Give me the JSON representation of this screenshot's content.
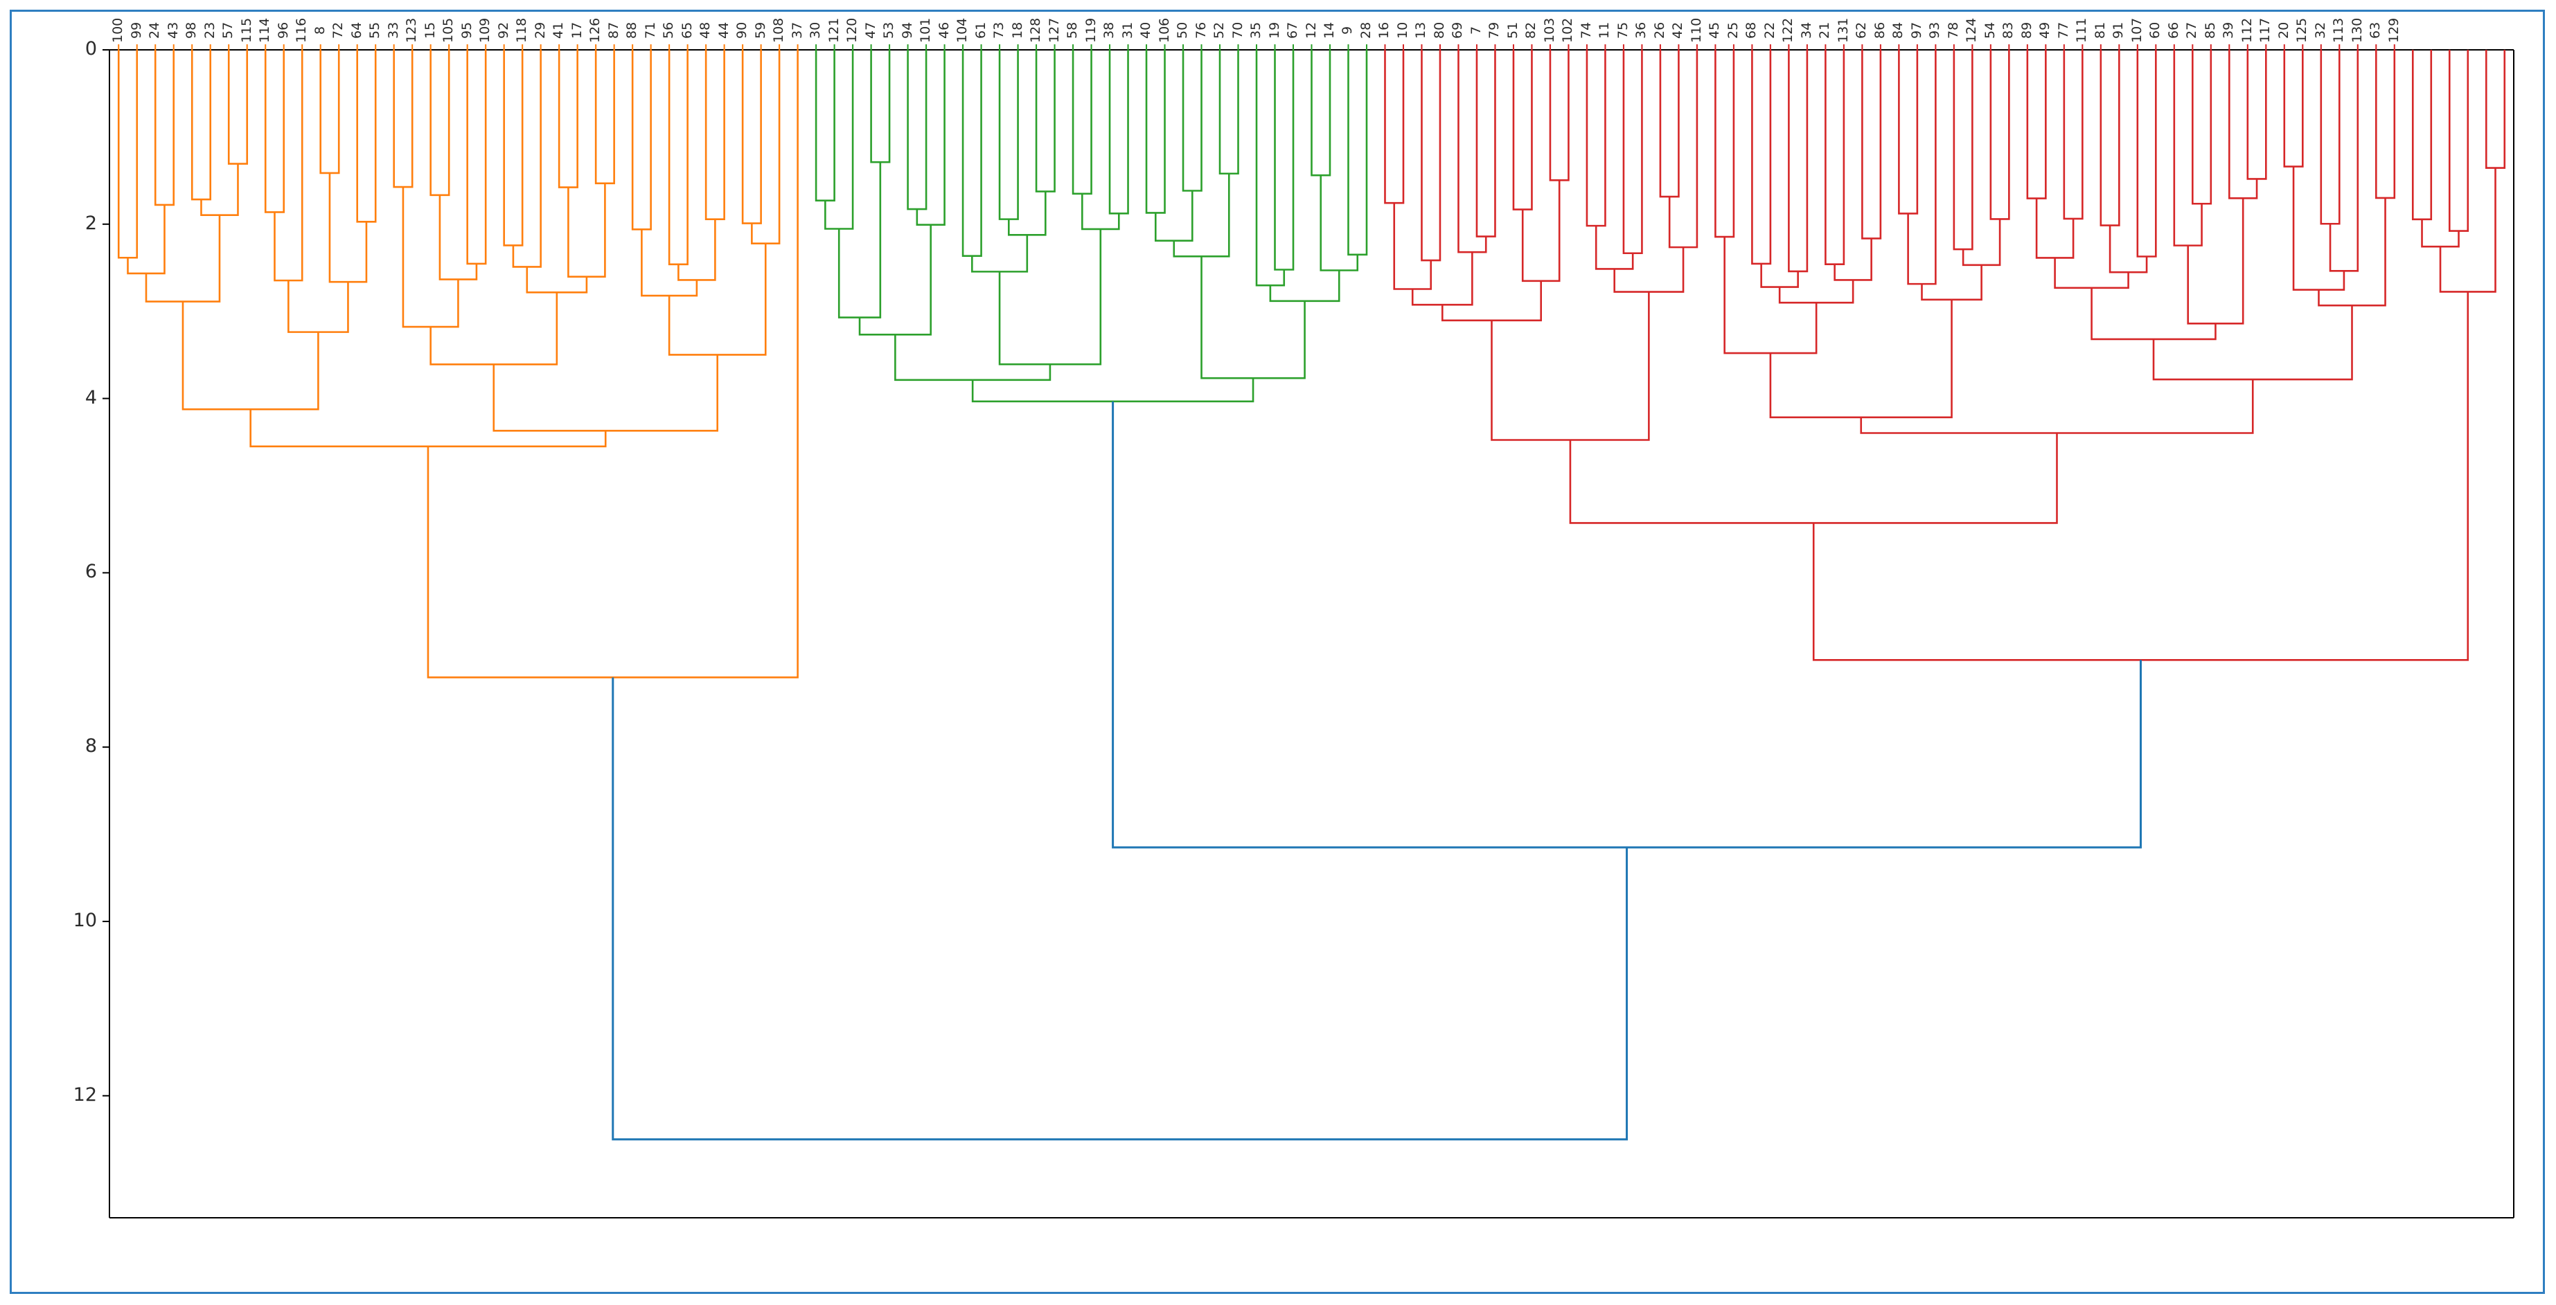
{
  "window": {
    "border_color": "#2f7fc1",
    "background": "#ffffff"
  },
  "chart_data": {
    "type": "dendrogram",
    "title": "",
    "xlabel": "",
    "ylabel": "",
    "ylim": [
      0,
      13.4
    ],
    "yticks": [
      0,
      2,
      4,
      6,
      8,
      10,
      12
    ],
    "ytick_labels": [
      "0",
      "2",
      "4",
      "6",
      "8",
      "10",
      "12"
    ],
    "grid": false,
    "legend": "none",
    "n_leaves": 131,
    "orientation": "top",
    "link_colors": {
      "above_threshold": "#1f77b4",
      "cluster_1": "#ff7f0e",
      "cluster_2": "#2ca02c",
      "cluster_3": "#d62728"
    },
    "color_threshold": 8.2,
    "leaf_labels": [
      "100",
      "99",
      "24",
      "43",
      "98",
      "23",
      "57",
      "115",
      "114",
      "96",
      "116",
      "8",
      "72",
      "64",
      "55",
      "33",
      "123",
      "15",
      "105",
      "95",
      "109",
      "92",
      "118",
      "29",
      "41",
      "17",
      "126",
      "87",
      "88",
      "71",
      "56",
      "65",
      "48",
      "44",
      "90",
      "59",
      "108",
      "37",
      "30",
      "121",
      "120",
      "47",
      "53",
      "94",
      "101",
      "46",
      "104",
      "61",
      "73",
      "18",
      "128",
      "127",
      "58",
      "119",
      "38",
      "31",
      "40",
      "106",
      "50",
      "76",
      "52",
      "70",
      "35",
      "19",
      "67",
      "12",
      "14",
      "9",
      "28",
      "16",
      "10",
      "13",
      "80",
      "69",
      "7",
      "79",
      "51",
      "82",
      "103",
      "102",
      "74",
      "11",
      "75",
      "36",
      "26",
      "42",
      "110",
      "45",
      "25",
      "68",
      "22",
      "122",
      "34",
      "21",
      "131",
      "62",
      "86",
      "84",
      "97",
      "93",
      "78",
      "124",
      "54",
      "83",
      "89",
      "49",
      "77",
      "111",
      "81",
      "91",
      "107",
      "60",
      "66",
      "27",
      "85",
      "39",
      "112",
      "117",
      "20",
      "125",
      "32",
      "113",
      "130",
      "63",
      "129"
    ],
    "clusters": [
      {
        "name": "cluster_1",
        "color": "#ff7f0e",
        "leaf_start": 0,
        "leaf_end": 37,
        "merge_height": 7.2
      },
      {
        "name": "cluster_2",
        "color": "#2ca02c",
        "leaf_start": 38,
        "leaf_end": 68,
        "merge_height": 4.95
      },
      {
        "name": "cluster_3",
        "color": "#d62728",
        "leaf_start": 69,
        "leaf_end": 130,
        "merge_height": 7.0
      }
    ],
    "root_merges": [
      {
        "color": "#1f77b4",
        "height": 12.5,
        "description": "orange cluster joins remainder at root"
      },
      {
        "color": "#1f77b4",
        "height": 9.2,
        "description": "green cluster joins red cluster"
      },
      {
        "color": "#1f77b4",
        "height": 4.9,
        "description": "green subtree spine"
      },
      {
        "color": "#1f77b4",
        "height": 9.15,
        "description": "red subtree spine"
      }
    ]
  }
}
